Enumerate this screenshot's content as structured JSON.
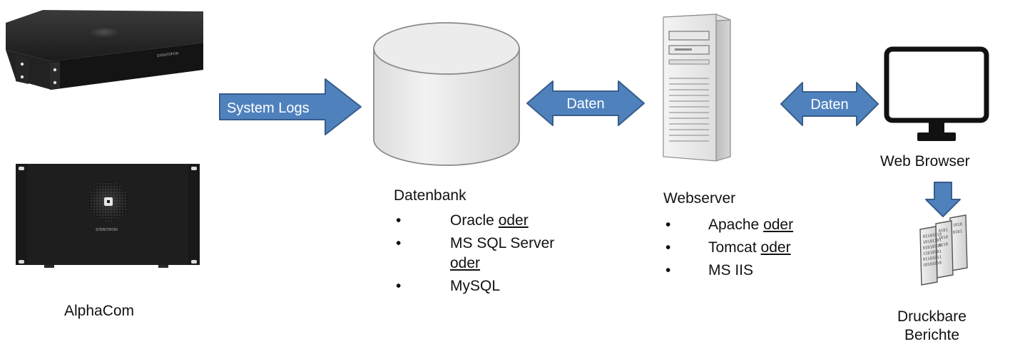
{
  "devices": {
    "alphacom_label": "AlphaCom",
    "rack_small_brand": "STENTOFON",
    "rack_large_brand": "STENTOFON"
  },
  "arrows": {
    "system_logs": "System Logs",
    "daten_1": "Daten",
    "daten_2": "Daten"
  },
  "database": {
    "title": "Datenbank",
    "items": [
      {
        "text": "Oracle",
        "suffix": "oder"
      },
      {
        "text": "MS SQL Server",
        "suffix": "oder"
      },
      {
        "text": "MySQL",
        "suffix": ""
      }
    ]
  },
  "webserver": {
    "title": "Webserver",
    "items": [
      {
        "text": "Apache",
        "suffix": "oder"
      },
      {
        "text": "Tomcat",
        "suffix": "oder"
      },
      {
        "text": "MS IIS",
        "suffix": ""
      }
    ]
  },
  "browser": {
    "label": "Web Browser"
  },
  "reports": {
    "line1": "Druckbare",
    "line2": "Berichte"
  },
  "colors": {
    "arrow_fill": "#4f81bd",
    "arrow_stroke": "#385d8a",
    "cylinder_fill": "#e8e8e8",
    "device_black": "#1c1c1c"
  }
}
